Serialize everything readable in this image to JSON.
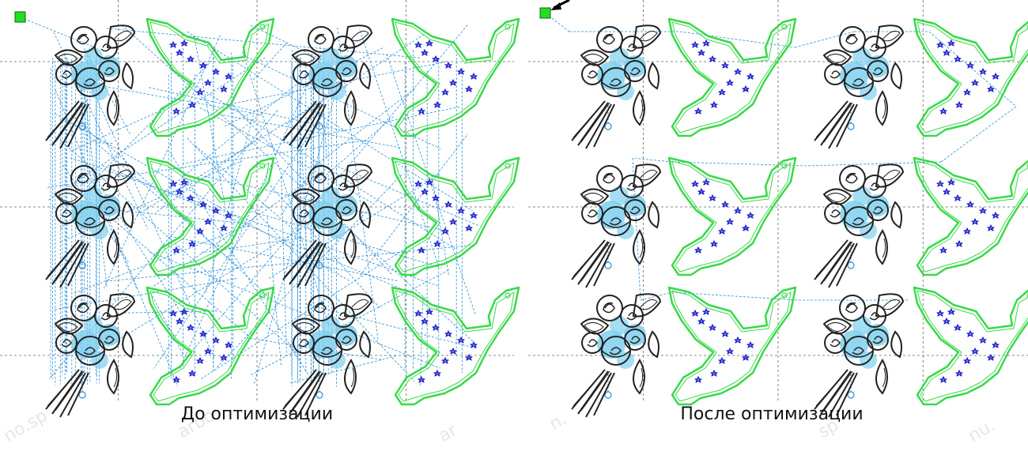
{
  "captions": {
    "before": "До оптимизации",
    "after": "После оптимизации"
  },
  "panels": [
    {
      "key": "before",
      "state": "unoptimized",
      "path_style": "tangled-criss-cross"
    },
    {
      "key": "after",
      "state": "optimized",
      "path_style": "neighbor-to-neighbor"
    }
  ],
  "grid": {
    "rows": 3,
    "cols": 4
  },
  "layout_per_row": [
    "bouquet",
    "dove",
    "bouquet",
    "dove"
  ],
  "colors": {
    "bouquet_outline": "#222222",
    "bouquet_fill": "#7fd0f0",
    "dove_outline": "#39d94a",
    "dove_stars": "#2222cc",
    "travel_path": "#2a8fd6",
    "grid_line": "#666666",
    "start_marker": "#22dd22",
    "start_marker_border": "#116611",
    "arrow": "#000000",
    "watermark": "#e6e6e6"
  },
  "icons": {
    "start_marker": "green-square-icon",
    "pointer": "arrow-icon",
    "bouquet": "rose-bouquet-icon",
    "dove": "dove-with-stars-icon"
  }
}
